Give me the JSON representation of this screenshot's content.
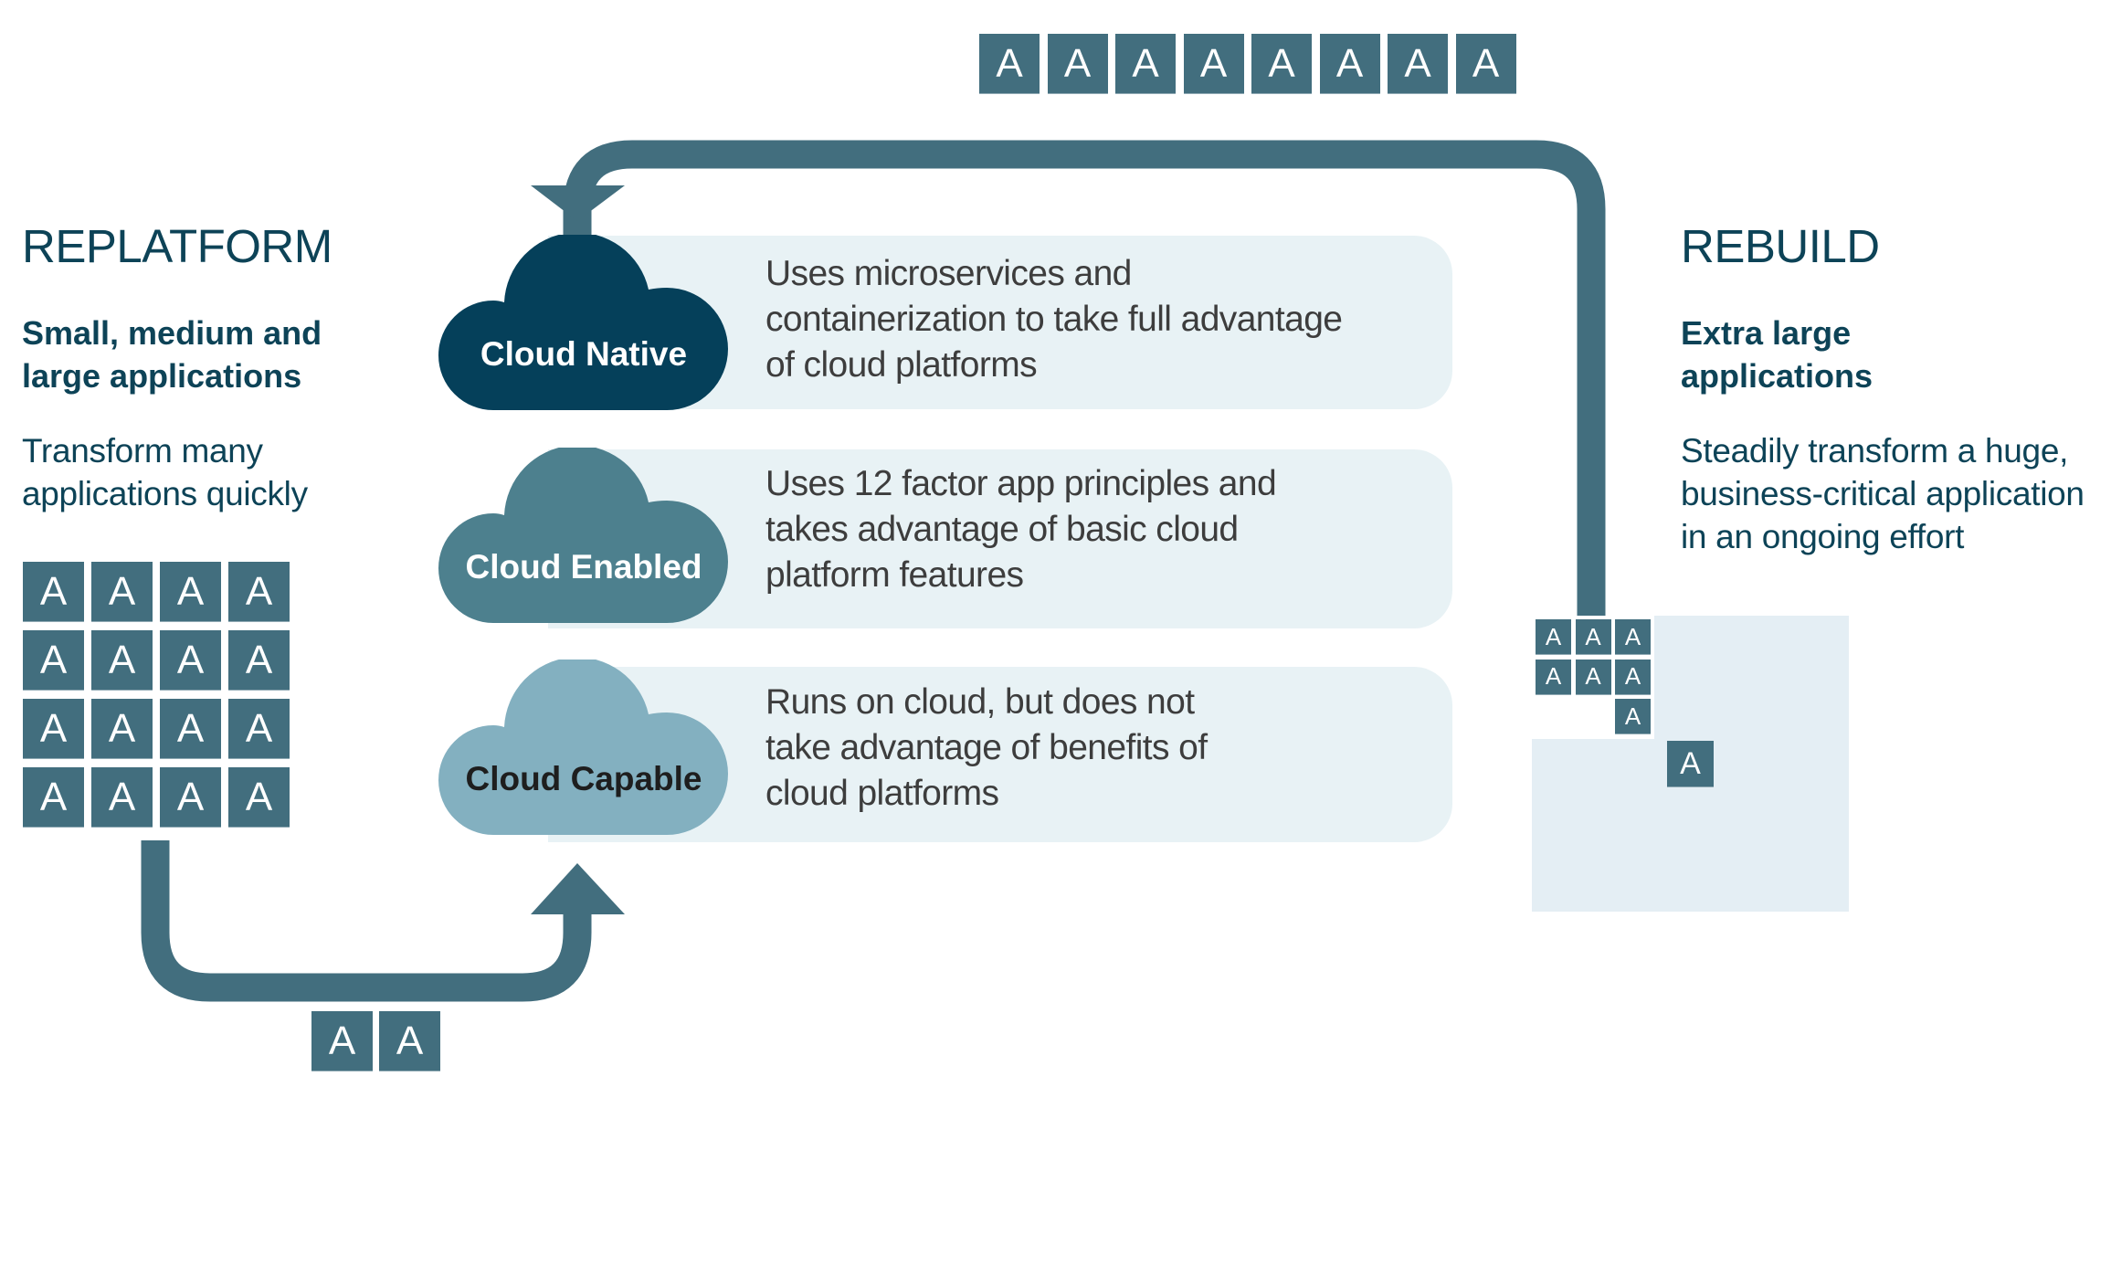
{
  "colors": {
    "arrow": "#426e7e",
    "app_box": "#426e7e",
    "cloud_native": "#05405a",
    "cloud_enabled": "#4d808e",
    "cloud_capable": "#83b0c0",
    "panel": "#e8f2f5",
    "title_text": "#0d4357",
    "body_text": "#3d3d3d",
    "rebuild_area": "#e4eef4"
  },
  "app_glyph": "A",
  "replatform": {
    "title": "REPLATFORM",
    "subtitle_lines": [
      "Small, medium and",
      "large applications"
    ],
    "description_lines": [
      "Transform many",
      "applications quickly"
    ],
    "app_count": 16,
    "migrating_app_count": 2
  },
  "rebuild": {
    "title": "REBUILD",
    "subtitle_lines": [
      "Extra large",
      "applications"
    ],
    "description_lines": [
      "Steadily transform a huge,",
      "business-critical application",
      "in an ongoing effort"
    ],
    "component_count": 7,
    "standalone_component_count": 1,
    "migrating_app_count": 8
  },
  "levels": [
    {
      "name": "Cloud Native",
      "description_lines": [
        "Uses microservices and",
        "containerization to take full advantage",
        "of cloud platforms"
      ]
    },
    {
      "name": "Cloud Enabled",
      "description_lines": [
        "Uses 12 factor app principles and",
        "takes advantage of basic cloud",
        "platform features"
      ]
    },
    {
      "name": "Cloud Capable",
      "description_lines": [
        "Runs on cloud, but does not",
        "take advantage of benefits of",
        "cloud platforms"
      ]
    }
  ]
}
